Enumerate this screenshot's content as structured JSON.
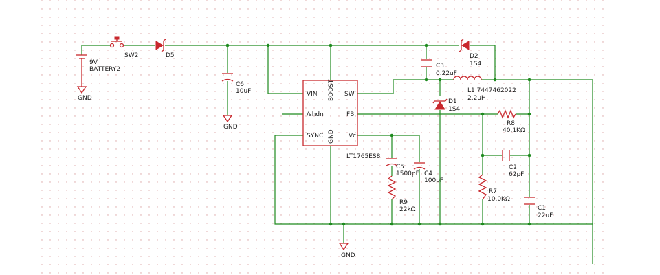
{
  "colors": {
    "background": "#ffffff",
    "grid_dot": "#d9a0a0",
    "wire": "#1f8a1f",
    "component": "#c8282d",
    "text": "#1a1a1a"
  },
  "battery": {
    "value": "9V",
    "ref": "BATTERY2",
    "gnd": "GND"
  },
  "sw2": {
    "ref": "SW2"
  },
  "d5": {
    "ref": "D5"
  },
  "c6": {
    "ref": "C6",
    "value": "10uF",
    "gnd": "GND"
  },
  "c3": {
    "ref": "C3",
    "value": "0.22uF"
  },
  "d2": {
    "ref": "D2",
    "value": "1S4"
  },
  "l1": {
    "ref": "L1 7447462022",
    "value": "2.2uH"
  },
  "d1": {
    "ref": "D1",
    "value": "1S4"
  },
  "r8": {
    "ref": "R8",
    "value": "40.1KΩ"
  },
  "c2": {
    "ref": "C2",
    "value": "62pF"
  },
  "r7": {
    "ref": "R7",
    "value": "10.0KΩ"
  },
  "c1": {
    "ref": "C1",
    "value": "22uF"
  },
  "c5": {
    "ref": "C5",
    "value": "1500pF"
  },
  "r9": {
    "ref": "R9",
    "value": "22kΩ"
  },
  "c4": {
    "ref": "C4",
    "value": "100pF"
  },
  "ic": {
    "name": "LT1765ES8",
    "pins": {
      "vin": "VIN",
      "boost": "BOOST",
      "sw": "SW",
      "shdn": "/shdn",
      "fb": "FB",
      "sync": "SYNC",
      "gnd": "GND",
      "vc": "Vc"
    }
  },
  "gnd_main": "GND"
}
